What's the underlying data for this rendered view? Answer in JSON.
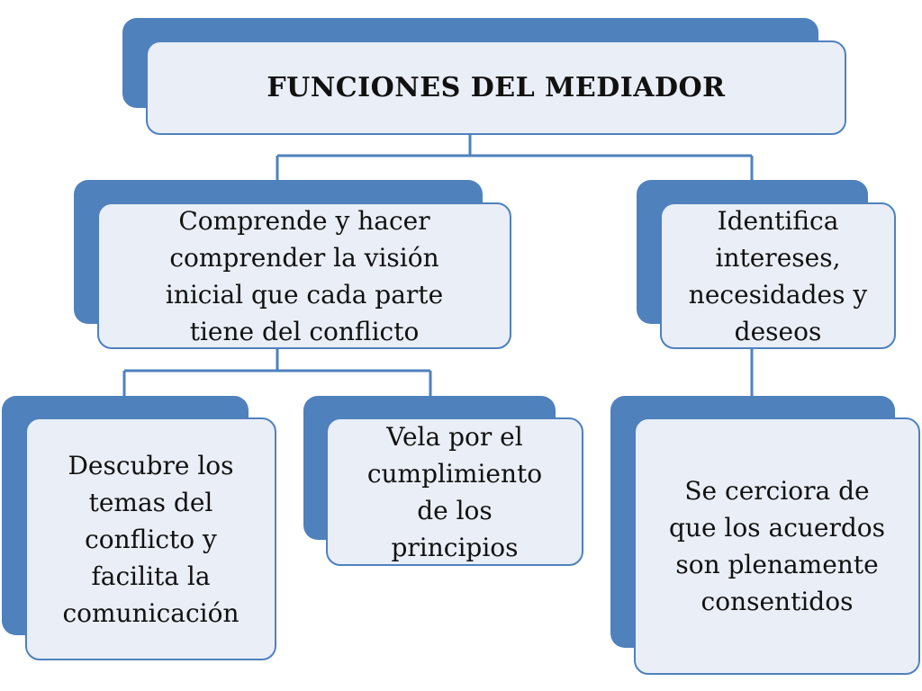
{
  "diagram": {
    "title": "FUNCIONES DEL MEDIADOR",
    "nodes": {
      "comprende": "Comprende y hacer\ncomprender la visión\ninicial que cada parte\ntiene del conflicto",
      "identifica": "Identifica\nintereses,\nnecesidades y\ndeseos",
      "descubre": "Descubre los\ntemas del\nconflicto y\nfacilita la\ncomunicación",
      "vela": "Vela por el\ncumplimiento\nde los\nprincipios",
      "cerciora": "Se cerciora de\nque los acuerdos\nson plenamente\nconsentidos"
    },
    "colors": {
      "accent": "#4f81bd",
      "box_fill": "#e9eef7",
      "connector": "#4f81bd"
    }
  }
}
